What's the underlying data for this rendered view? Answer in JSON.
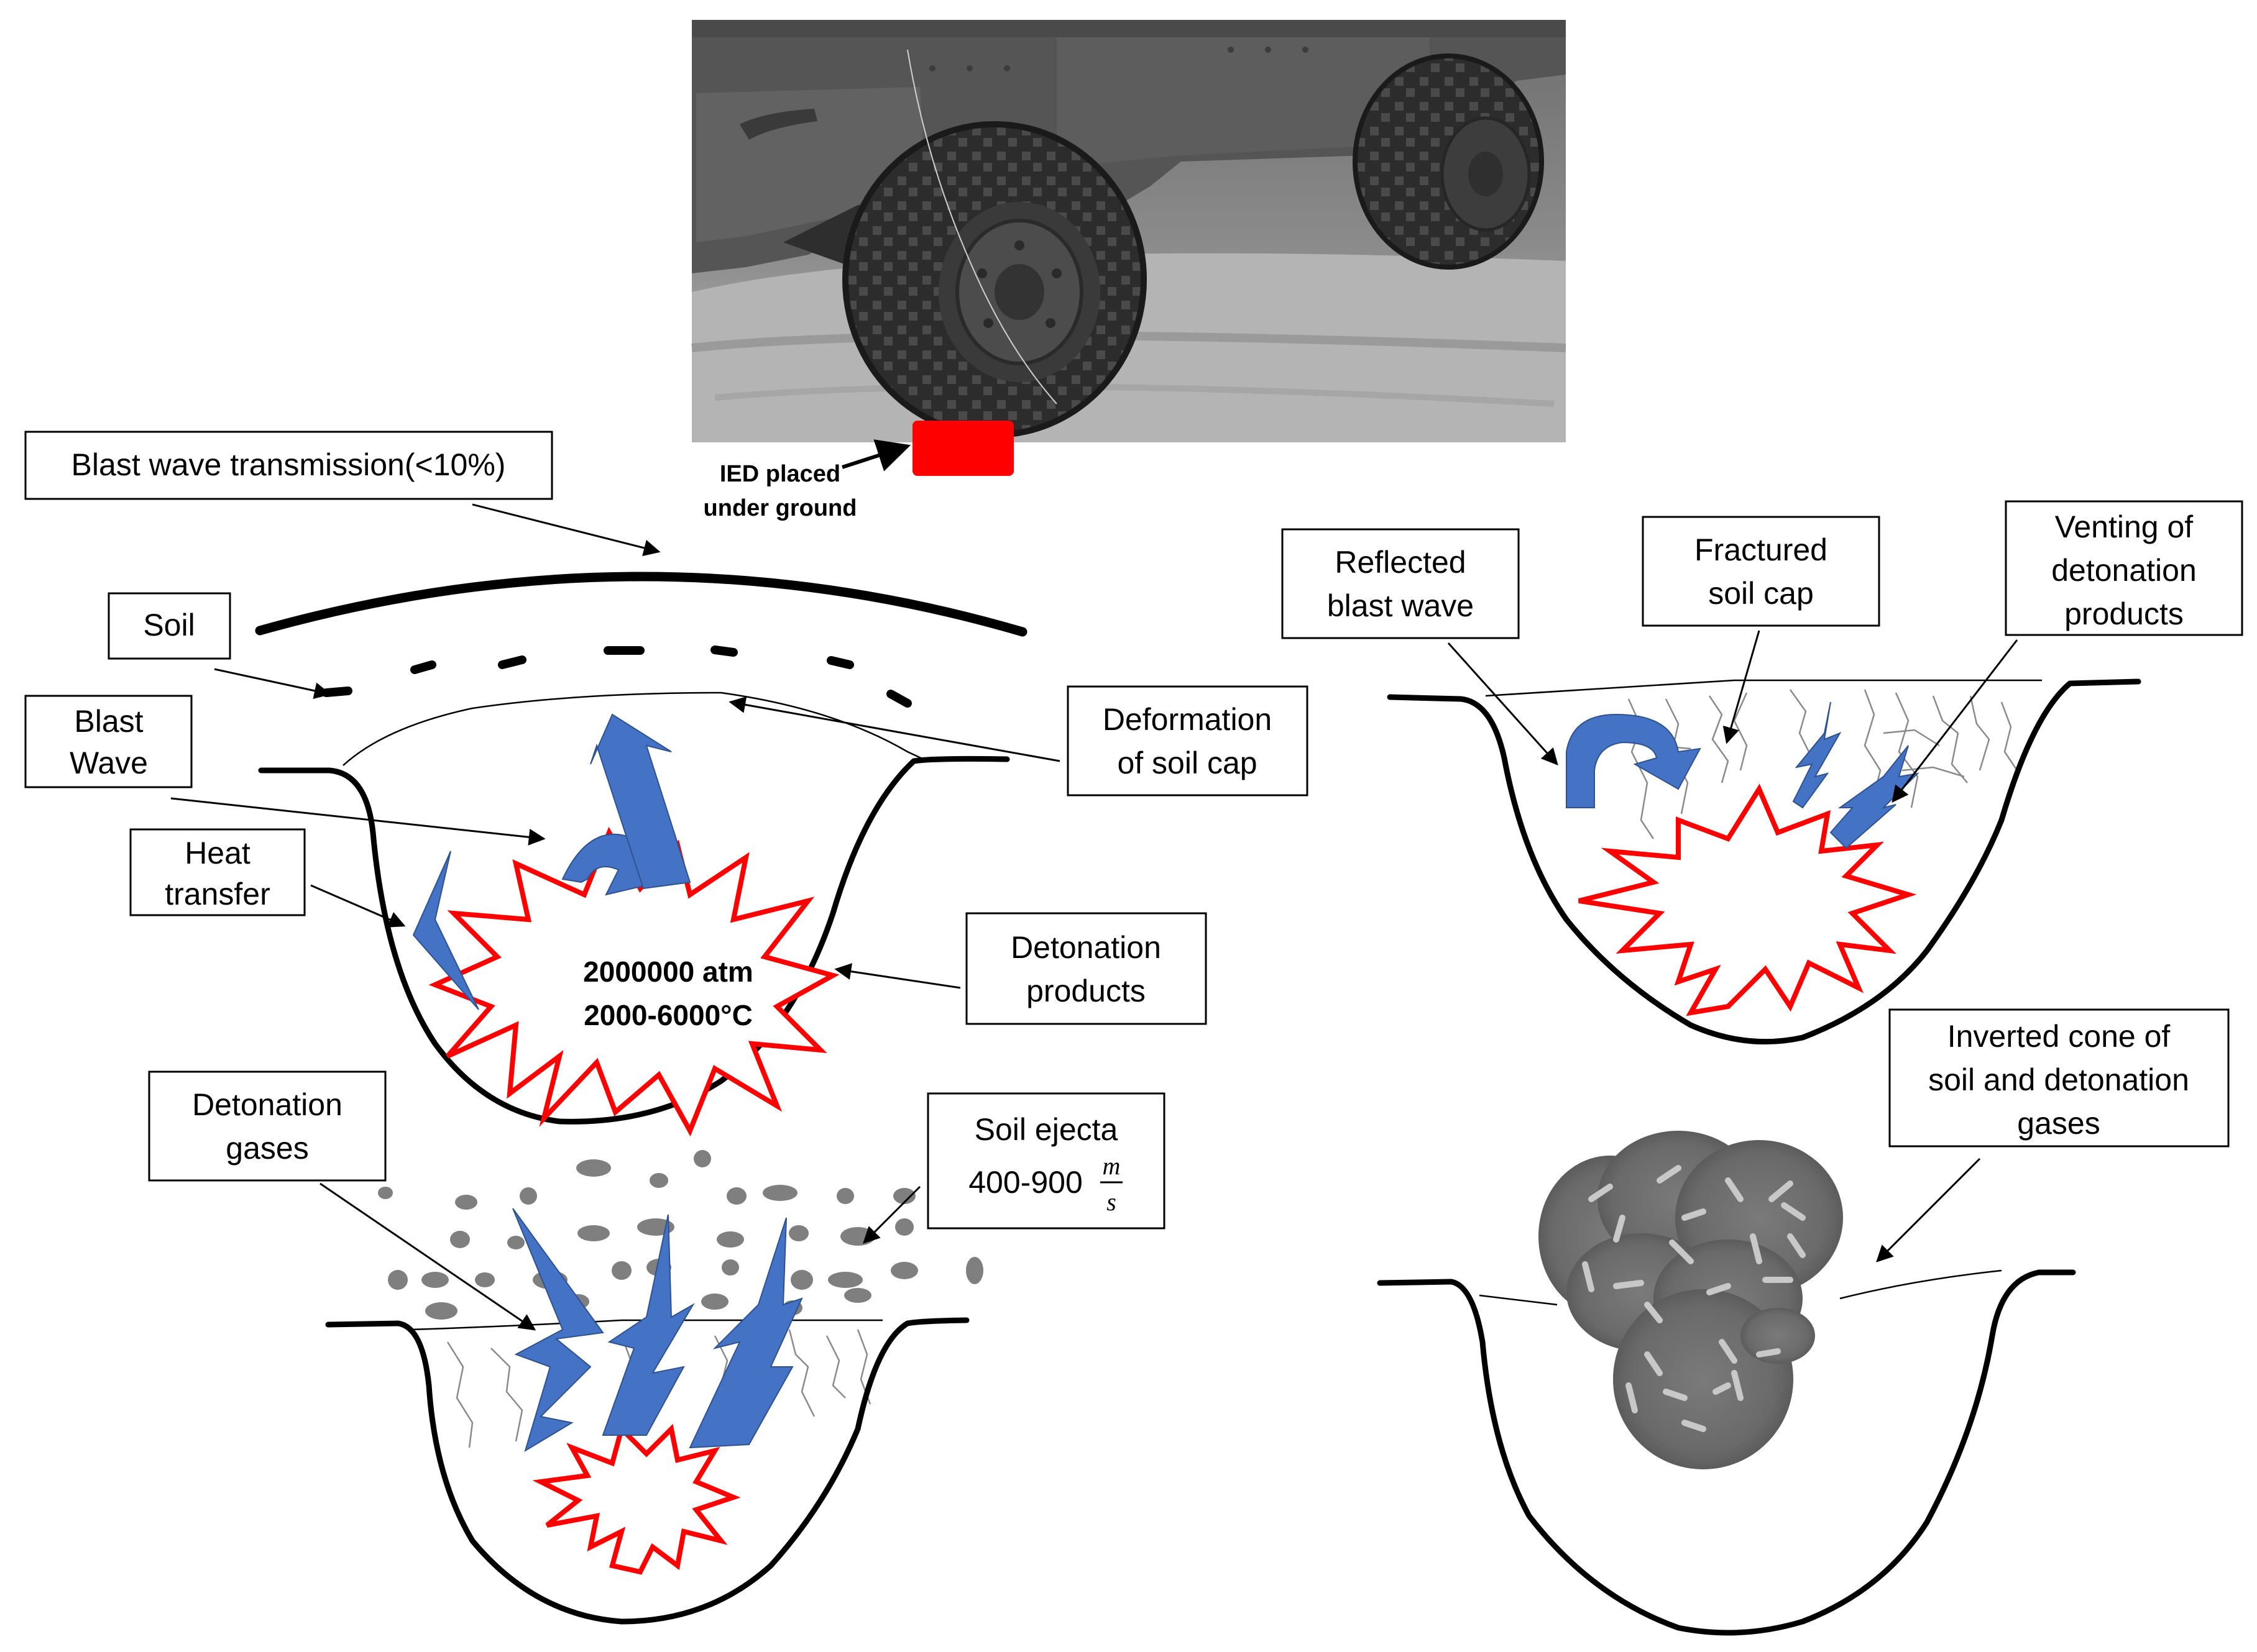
{
  "colors": {
    "accent_blue": "#4472c4",
    "explosion_red": "#ff0000",
    "ied_red": "#ff0000",
    "ejecta_gray": "#7f7f7f",
    "cone_gray": "#6f6f6f"
  },
  "photo": {
    "ied_label_line1": "IED placed",
    "ied_label_line2": "under ground"
  },
  "panel_top_left": {
    "blast_transmission": "Blast wave transmission(<10%)",
    "soil": "Soil",
    "blast_wave_line1": "Blast",
    "blast_wave_line2": "Wave",
    "heat_transfer_line1": "Heat",
    "heat_transfer_line2": "transfer",
    "deformation_line1": "Deformation",
    "deformation_line2": "of soil cap",
    "detonation_products_line1": "Detonation",
    "detonation_products_line2": "products",
    "pressure": "2000000 atm",
    "temperature": "2000-6000°C"
  },
  "panel_bottom_left": {
    "gases_line1": "Detonation",
    "gases_line2": "gases",
    "ejecta_line1": "Soil ejecta",
    "ejecta_value": "400-900",
    "ejecta_unit_num": "m",
    "ejecta_unit_den": "s"
  },
  "panel_top_right": {
    "reflected_line1": "Reflected",
    "reflected_line2": "blast wave",
    "fractured_line1": "Fractured",
    "fractured_line2": "soil cap",
    "venting_line1": "Venting of",
    "venting_line2": "detonation",
    "venting_line3": "products"
  },
  "panel_bottom_right": {
    "cone_line1": "Inverted cone of",
    "cone_line2": "soil and detonation",
    "cone_line3": "gases"
  }
}
